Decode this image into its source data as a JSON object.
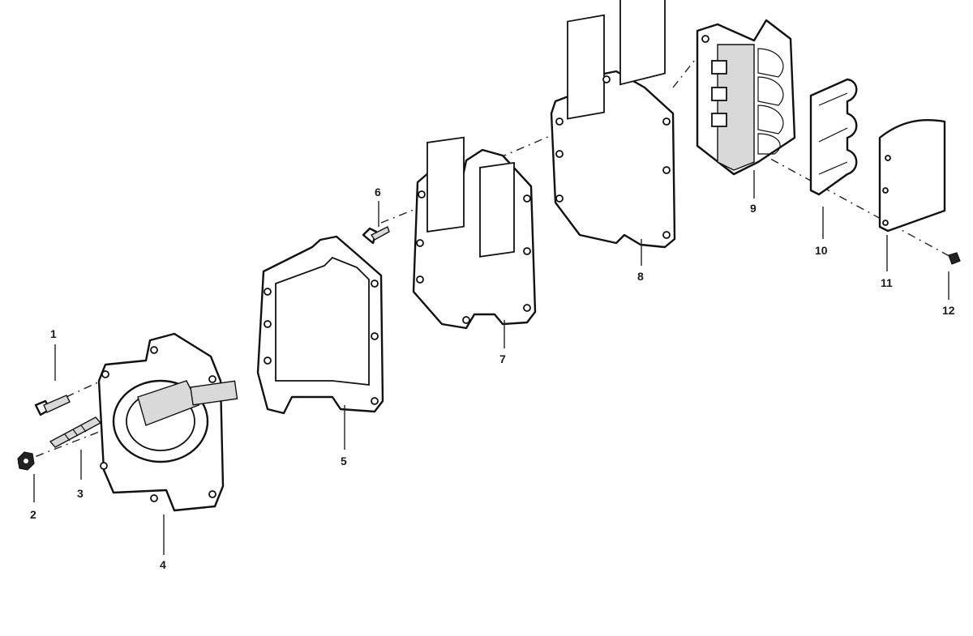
{
  "diagram": {
    "callouts": [
      {
        "id": "part-1",
        "label": "1"
      },
      {
        "id": "part-2",
        "label": "2"
      },
      {
        "id": "part-3",
        "label": "3"
      },
      {
        "id": "part-4",
        "label": "4"
      },
      {
        "id": "part-5",
        "label": "5"
      },
      {
        "id": "part-6",
        "label": "6"
      },
      {
        "id": "part-7",
        "label": "7"
      },
      {
        "id": "part-8",
        "label": "8"
      },
      {
        "id": "part-9",
        "label": "9"
      },
      {
        "id": "part-10",
        "label": "10"
      },
      {
        "id": "part-11",
        "label": "11"
      },
      {
        "id": "part-12",
        "label": "12"
      }
    ]
  }
}
